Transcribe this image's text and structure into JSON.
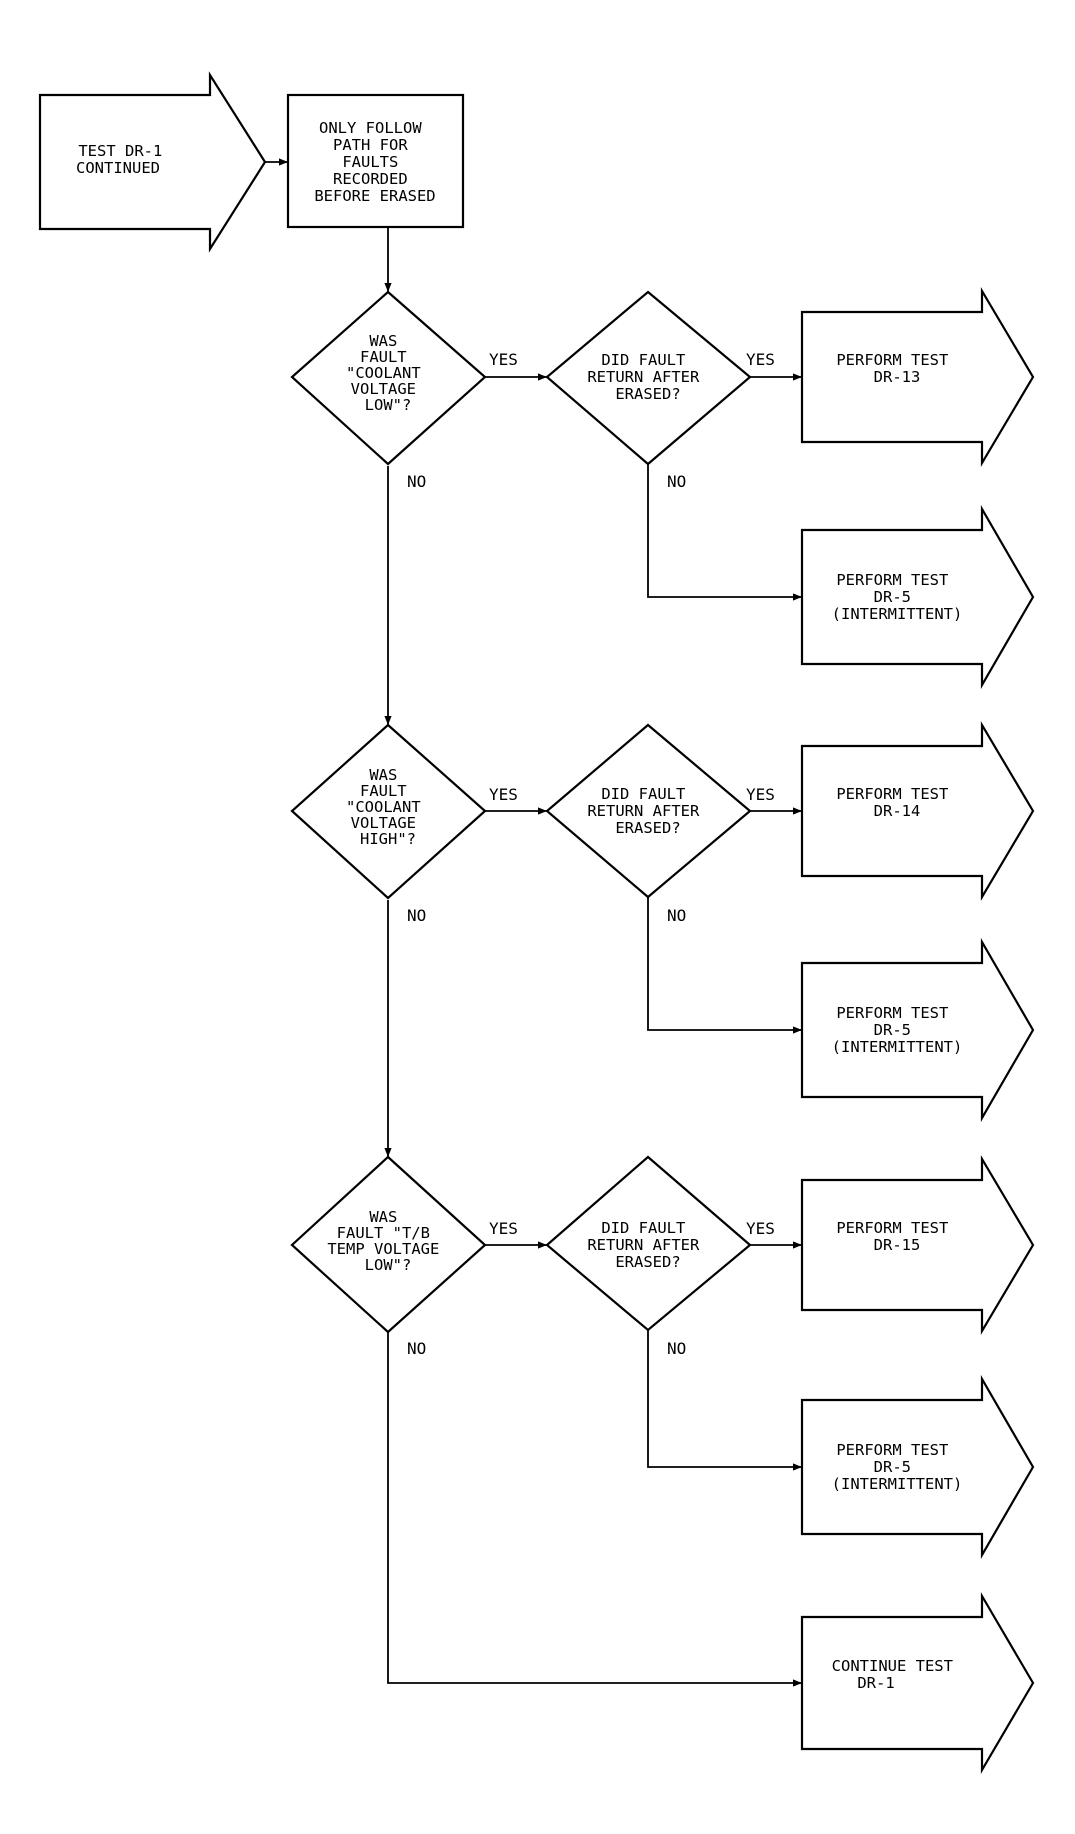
{
  "start_arrow": [
    "TEST DR-1",
    "CONTINUED"
  ],
  "instruction_box": [
    "ONLY FOLLOW",
    "PATH FOR",
    "FAULTS",
    "RECORDED",
    "BEFORE ERASED"
  ],
  "decisions": [
    [
      "WAS",
      "FAULT",
      "\"COOLANT",
      "VOLTAGE",
      "LOW\"?"
    ],
    [
      "WAS",
      "FAULT",
      "\"COOLANT",
      "VOLTAGE",
      "HIGH\"?"
    ],
    [
      "WAS",
      "FAULT \"T/B",
      "TEMP VOLTAGE",
      "LOW\"?"
    ]
  ],
  "return_decision": [
    "DID FAULT",
    "RETURN AFTER",
    "ERASED?"
  ],
  "yes_label": "YES",
  "no_label": "NO",
  "result_arrows": [
    [
      "PERFORM TEST",
      "DR-13"
    ],
    [
      "PERFORM TEST",
      "DR-5",
      "(INTERMITTENT)"
    ],
    [
      "PERFORM TEST",
      "DR-14"
    ],
    [
      "PERFORM TEST",
      "DR-5",
      "(INTERMITTENT)"
    ],
    [
      "PERFORM TEST",
      "DR-15"
    ],
    [
      "PERFORM TEST",
      "DR-5",
      "(INTERMITTENT)"
    ],
    [
      "CONTINUE TEST",
      "DR-1"
    ]
  ]
}
